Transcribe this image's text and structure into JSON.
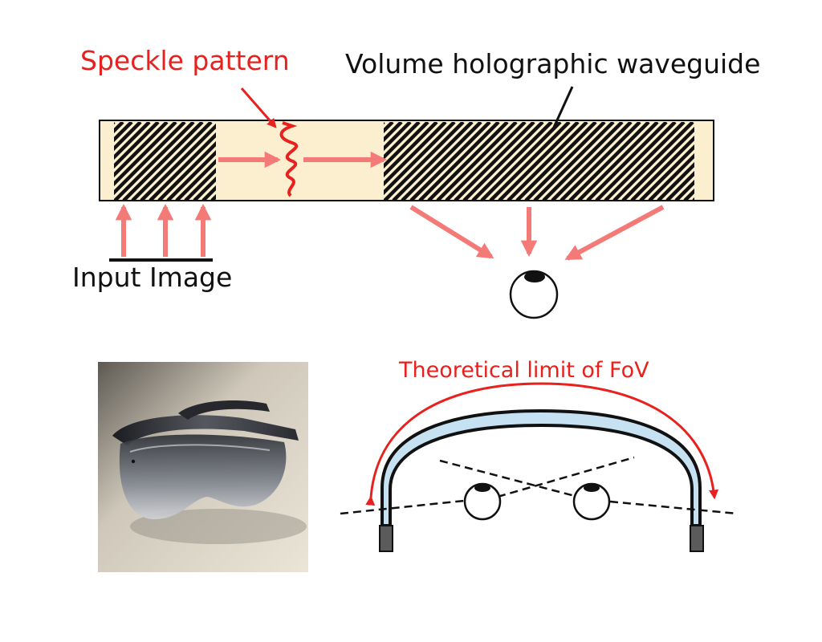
{
  "labels": {
    "speckle_pattern": "Speckle pattern",
    "waveguide": "Volume holographic waveguide",
    "input_image": "Input Image",
    "fov_limit": "Theoretical limit of FoV"
  },
  "colors": {
    "waveguide_fill": "#fcefcf",
    "arrow": "#f37a77",
    "speckle": "#e8201e",
    "curved_waveguide_fill": "#c6e2f2",
    "grating": "#111111"
  },
  "icons": {
    "eye_top": "eye-icon",
    "eye_left": "eye-icon",
    "eye_right": "eye-icon",
    "photo": "ar-glasses-photo"
  }
}
